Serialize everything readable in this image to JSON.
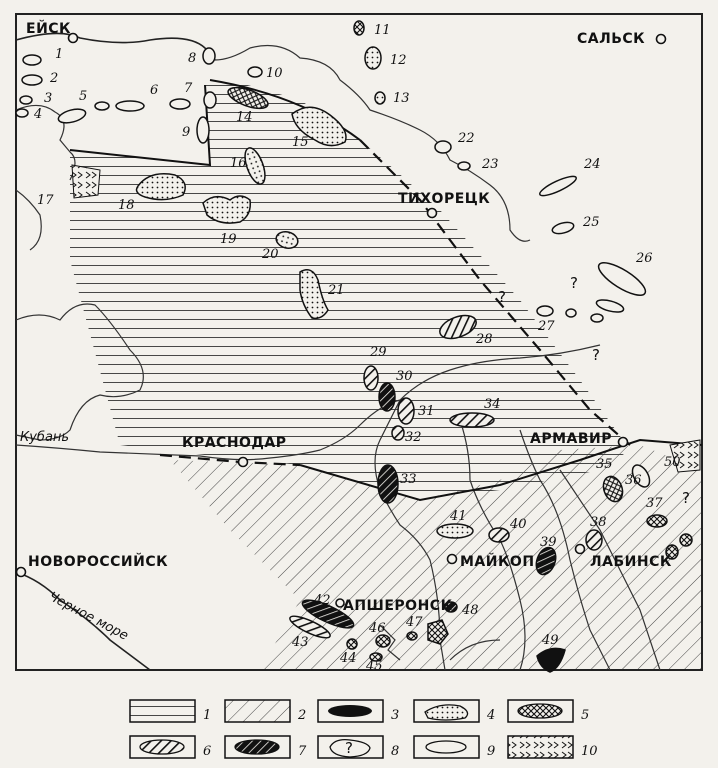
{
  "cities": [
    {
      "label": "ЕЙСК"
    },
    {
      "label": "САЛЬСК"
    },
    {
      "label": "ТИХОРЕЦК"
    },
    {
      "label": "КРАСНОДАР"
    },
    {
      "label": "АРМАВИР"
    },
    {
      "label": "НОВОРОССИЙСК"
    },
    {
      "label": "МАЙКОП"
    },
    {
      "label": "ЛАБИНСК"
    },
    {
      "label": "АПШЕРОНСК"
    }
  ],
  "water_labels": {
    "river": "Кубань",
    "sea": "Черное море"
  },
  "field_numbers": [
    "1",
    "2",
    "3",
    "4",
    "5",
    "6",
    "7",
    "8",
    "9",
    "10",
    "11",
    "12",
    "13",
    "14",
    "15",
    "16",
    "17",
    "18",
    "19",
    "20",
    "21",
    "22",
    "23",
    "24",
    "25",
    "26",
    "27",
    "28",
    "29",
    "30",
    "31",
    "32",
    "33",
    "34",
    "35",
    "36",
    "37",
    "38",
    "39",
    "40",
    "41",
    "42",
    "43",
    "44",
    "45",
    "46",
    "47",
    "48",
    "49",
    "50"
  ],
  "question_mark": "?",
  "legend": [
    {
      "num": "1",
      "pattern": "horizontal-lines"
    },
    {
      "num": "2",
      "pattern": "diagonal-lines"
    },
    {
      "num": "3",
      "pattern": "solid-black"
    },
    {
      "num": "4",
      "pattern": "dotted"
    },
    {
      "num": "5",
      "pattern": "crosshatch"
    },
    {
      "num": "6",
      "pattern": "diagonal-hatch"
    },
    {
      "num": "7",
      "pattern": "dense-diagonal-hatch"
    },
    {
      "num": "8",
      "pattern": "question-outline"
    },
    {
      "num": "9",
      "pattern": "outline"
    },
    {
      "num": "10",
      "pattern": "chevrons"
    }
  ]
}
